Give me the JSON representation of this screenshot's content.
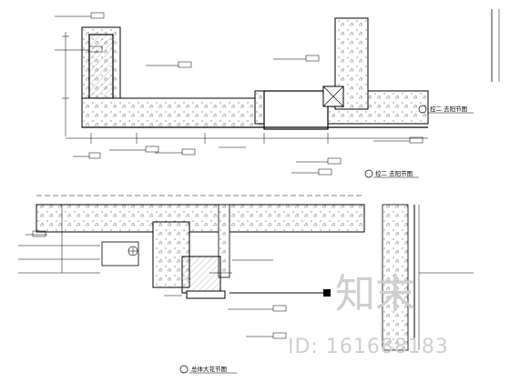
{
  "titles": {
    "top_right_1": "控二 去阳节图",
    "top_right_2": "控二 去阳节图",
    "bottom_left": "总体大花节图"
  },
  "watermark": {
    "brand": "知末",
    "id": "ID: 161688183"
  }
}
